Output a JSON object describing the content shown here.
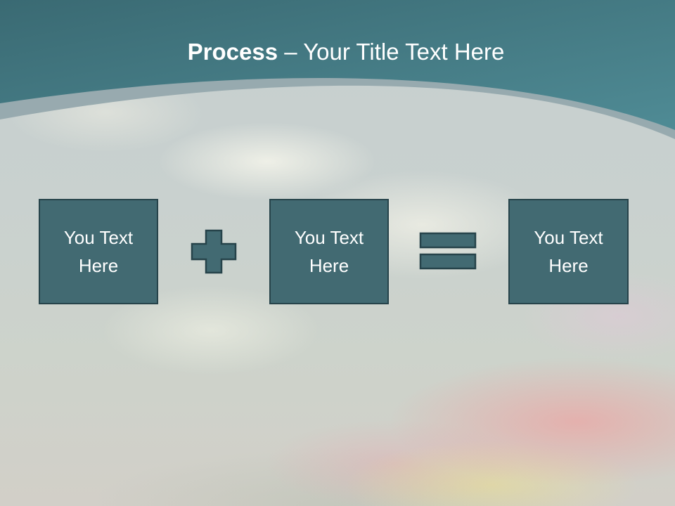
{
  "slide": {
    "title_bold": "Process",
    "title_rest": " – Your Title Text Here"
  },
  "colors": {
    "header_top": "#3e6e76",
    "header_bottom": "#4b8691",
    "header_band": "#93a6ab",
    "box_fill": "#426a72",
    "box_border": "#26434a"
  },
  "process": {
    "steps": [
      {
        "label": "You Text Here"
      },
      {
        "label": "You Text Here"
      },
      {
        "label": "You Text Here"
      }
    ],
    "operators": [
      {
        "icon": "plus-icon"
      },
      {
        "icon": "equals-icon"
      }
    ]
  }
}
